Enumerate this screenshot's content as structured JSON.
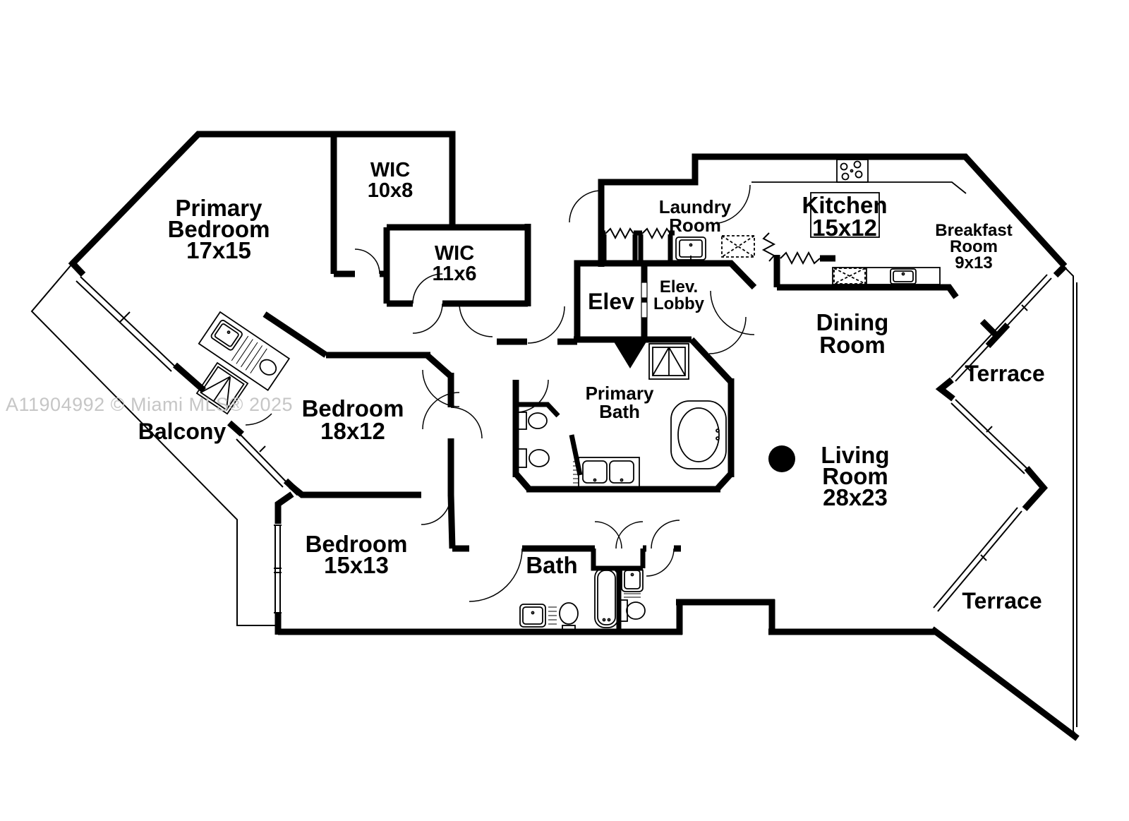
{
  "title": "Residential floor plan",
  "watermark": {
    "text": "A11904992 © Miami MLS® 2025"
  },
  "rooms": {
    "primary_bedroom": {
      "l1": "Primary",
      "l2": "Bedroom",
      "dims": "17x15"
    },
    "wic_10x8": {
      "name": "WIC",
      "dims": "10x8"
    },
    "wic_11x6": {
      "name": "WIC",
      "dims": "11x6"
    },
    "laundry": {
      "l1": "Laundry",
      "l2": "Room"
    },
    "kitchen": {
      "name": "Kitchen",
      "dims": "15x12"
    },
    "breakfast": {
      "l1": "Breakfast",
      "l2": "Room",
      "dims": "9x13"
    },
    "elevator": {
      "name": "Elev"
    },
    "elevator_lobby": {
      "l1": "Elev.",
      "l2": "Lobby"
    },
    "dining": {
      "l1": "Dining",
      "l2": "Room"
    },
    "terrace_upper": {
      "name": "Terrace"
    },
    "balcony": {
      "name": "Balcony"
    },
    "bedroom_18x12": {
      "name": "Bedroom",
      "dims": "18x12"
    },
    "primary_bath": {
      "l1": "Primary",
      "l2": "Bath"
    },
    "living": {
      "l1": "Living",
      "l2": "Room",
      "dims": "28x23"
    },
    "bedroom_15x13": {
      "name": "Bedroom",
      "dims": "15x13"
    },
    "bath": {
      "name": "Bath"
    },
    "terrace_lower": {
      "name": "Terrace"
    }
  },
  "colors": {
    "wall": "#000000",
    "background": "#ffffff",
    "watermark_text": "#c6c6c6"
  }
}
